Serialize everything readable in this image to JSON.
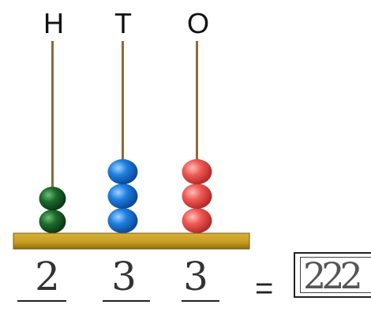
{
  "columns": [
    {
      "label": "H",
      "beads": 2,
      "bead_color": "#1c6b2c",
      "answer": "2"
    },
    {
      "label": "T",
      "beads": 3,
      "bead_color": "#1e7fe0",
      "answer": "3"
    },
    {
      "label": "O",
      "beads": 3,
      "bead_color": "#f05a55",
      "answer": "3"
    }
  ],
  "equals_sign": "=",
  "total_answer": "222",
  "colors": {
    "rod": "#8a6a3c",
    "base": "#c59a1f"
  }
}
